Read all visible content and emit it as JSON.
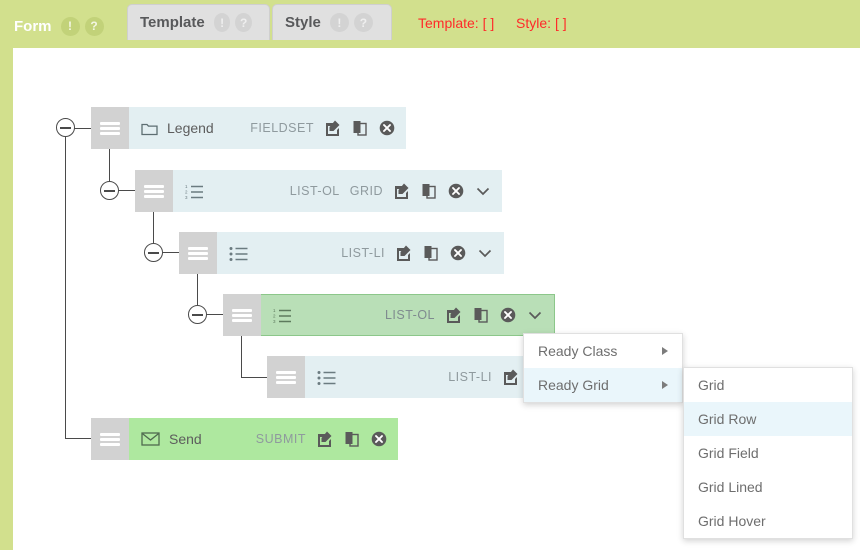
{
  "header": {
    "tabs": [
      {
        "label": "Form",
        "state": "active",
        "badges": [
          "!",
          "?"
        ],
        "name": "tab-form"
      },
      {
        "label": "Template",
        "state": "idle",
        "badges": [
          "!",
          "?"
        ],
        "name": "tab-template"
      },
      {
        "label": "Style",
        "state": "idle",
        "badges": [
          "!",
          "?"
        ],
        "name": "tab-style"
      }
    ],
    "info_template": "Template: [  ]",
    "info_style": "Style: [  ]",
    "info_color": "#ff2a2a"
  },
  "tree": {
    "rows": [
      {
        "name": "row-legend",
        "icon": "folder-icon",
        "label": "Legend",
        "tags": [
          "FIELDSET"
        ],
        "actions": [
          "edit-icon",
          "copy-icon",
          "delete-icon"
        ],
        "selected": false,
        "style": "blue"
      },
      {
        "name": "row-list-ol-grid",
        "icon": "ordered-list-icon",
        "label": "",
        "tags": [
          "LIST-OL",
          "GRID"
        ],
        "actions": [
          "edit-icon",
          "copy-icon",
          "delete-icon",
          "chevron-down-icon"
        ],
        "selected": false,
        "style": "blue"
      },
      {
        "name": "row-list-li-1",
        "icon": "bullet-list-icon",
        "label": "",
        "tags": [
          "LIST-LI"
        ],
        "actions": [
          "edit-icon",
          "copy-icon",
          "delete-icon",
          "chevron-down-icon"
        ],
        "selected": false,
        "style": "blue"
      },
      {
        "name": "row-list-ol-selected",
        "icon": "ordered-list-icon",
        "label": "",
        "tags": [
          "LIST-OL"
        ],
        "actions": [
          "edit-icon",
          "copy-icon",
          "delete-icon",
          "chevron-down-icon"
        ],
        "selected": true,
        "style": "green"
      },
      {
        "name": "row-list-li-2",
        "icon": "bullet-list-icon",
        "label": "",
        "tags": [
          "LIST-LI"
        ],
        "actions": [
          "edit-icon",
          "copy-icon"
        ],
        "selected": false,
        "style": "blue"
      },
      {
        "name": "row-send",
        "icon": "envelope-icon",
        "label": "Send",
        "tags": [
          "SUBMIT"
        ],
        "actions": [
          "edit-icon",
          "copy-icon",
          "delete-icon"
        ],
        "selected": false,
        "style": "green2"
      }
    ]
  },
  "context_menu": {
    "items": [
      {
        "label": "Ready Class",
        "highlighted": false,
        "has_submenu": true
      },
      {
        "label": "Ready Grid",
        "highlighted": true,
        "has_submenu": true
      }
    ]
  },
  "submenu": {
    "items": [
      {
        "label": "Grid",
        "highlighted": false
      },
      {
        "label": "Grid Row",
        "highlighted": true
      },
      {
        "label": "Grid Field",
        "highlighted": false
      },
      {
        "label": "Grid Lined",
        "highlighted": false
      },
      {
        "label": "Grid Hover",
        "highlighted": false
      }
    ]
  },
  "colors": {
    "accent_green": "#d2e08d",
    "row_blue": "#e3eff2",
    "row_selected_green": "#b9dfb7",
    "row_submit_green": "#aee89f",
    "menu_highlight": "#eaf6fb",
    "alert_red": "#ff2a2a"
  }
}
